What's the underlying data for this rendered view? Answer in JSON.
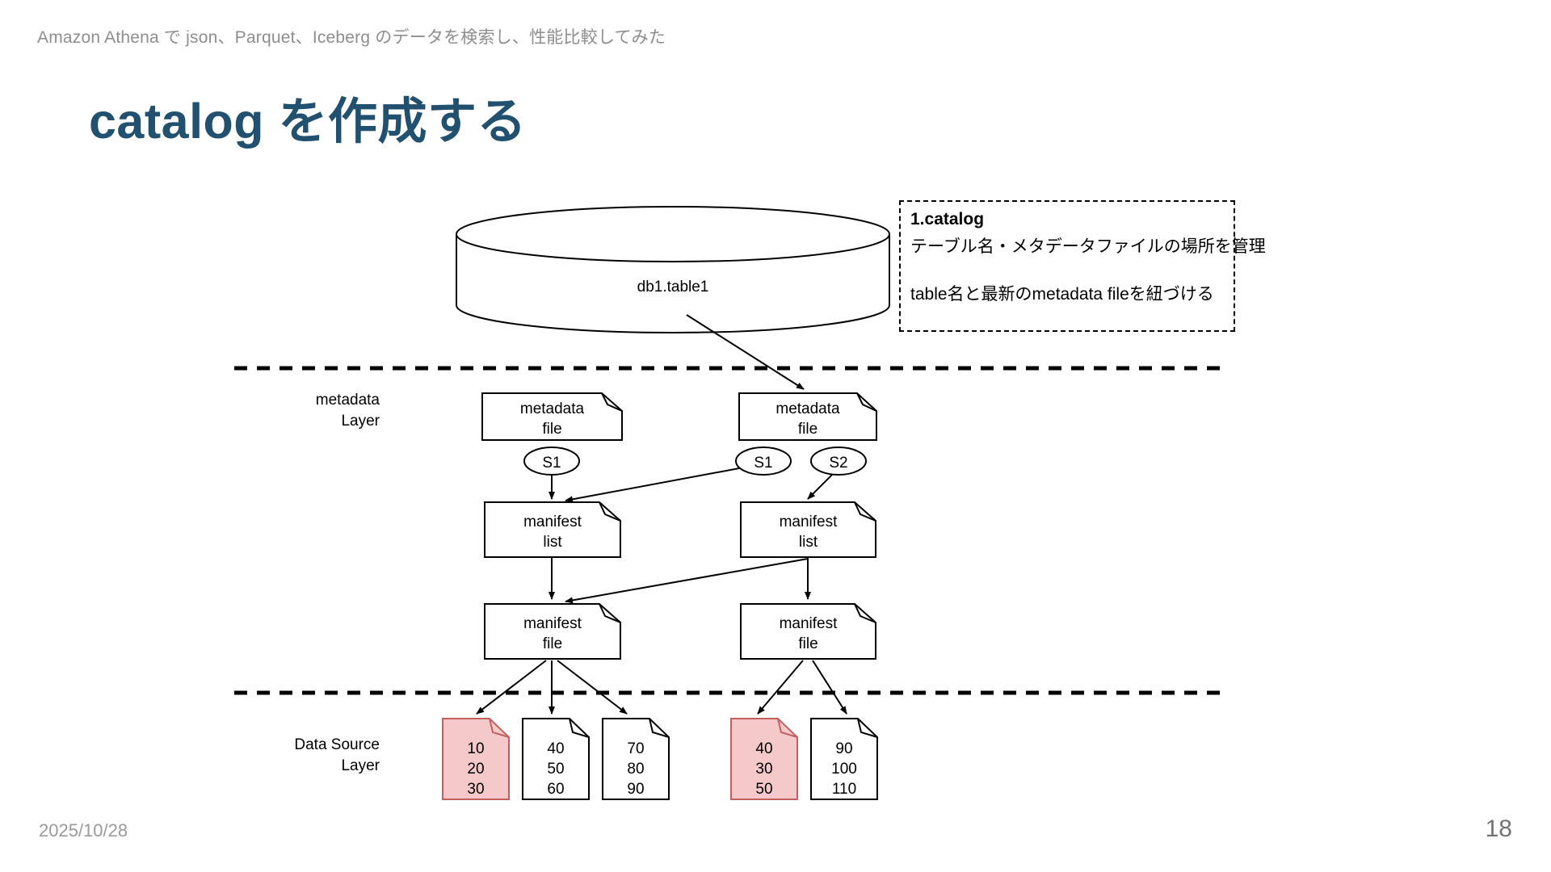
{
  "slide": {
    "subtitle": "Amazon Athena で json、Parquet、Iceberg のデータを検索し、性能比較してみた",
    "title": "catalog を作成する",
    "date": "2025/10/28",
    "page_number": "18"
  },
  "colors": {
    "title": "#22506f",
    "subtitle": "#8e8e8e",
    "footer": "#9a9a9a",
    "stroke": "#000000",
    "highlight_fill": "#f5c9c9",
    "highlight_stroke": "#c06060",
    "background": "#ffffff"
  },
  "callout": {
    "heading": "1.catalog",
    "body_line1": "テーブル名・メタデータファイルの場所を管理",
    "body_line2": "table名と最新のmetadata fileを紐づける"
  },
  "diagram": {
    "catalog": {
      "label": "db1.table1"
    },
    "layers": [
      {
        "id": "metadata-layer",
        "line1": "metadata",
        "line2": "Layer"
      },
      {
        "id": "data-source-layer",
        "line1": "Data Source",
        "line2": "Layer"
      }
    ],
    "metadata_files": [
      {
        "id": "metadata-file-left",
        "line1": "metadata",
        "line2": "file"
      },
      {
        "id": "metadata-file-right",
        "line1": "metadata",
        "line2": "file"
      }
    ],
    "snapshots": [
      {
        "id": "snapshot-left-s1",
        "label": "S1"
      },
      {
        "id": "snapshot-right-s1",
        "label": "S1"
      },
      {
        "id": "snapshot-right-s2",
        "label": "S2"
      }
    ],
    "manifest_lists": [
      {
        "id": "manifest-list-left",
        "line1": "manifest",
        "line2": "list"
      },
      {
        "id": "manifest-list-right",
        "line1": "manifest",
        "line2": "list"
      }
    ],
    "manifest_files": [
      {
        "id": "manifest-file-left",
        "line1": "manifest",
        "line2": "file"
      },
      {
        "id": "manifest-file-right",
        "line1": "manifest",
        "line2": "file"
      }
    ],
    "data_files": [
      {
        "id": "data-file-1",
        "values": "10\n20\n30",
        "highlighted": true
      },
      {
        "id": "data-file-2",
        "values": "40\n50\n60",
        "highlighted": false
      },
      {
        "id": "data-file-3",
        "values": "70\n80\n90",
        "highlighted": false
      },
      {
        "id": "data-file-4",
        "values": "40\n30\n50",
        "highlighted": true
      },
      {
        "id": "data-file-5",
        "values": "90\n100\n110",
        "highlighted": false
      }
    ]
  }
}
